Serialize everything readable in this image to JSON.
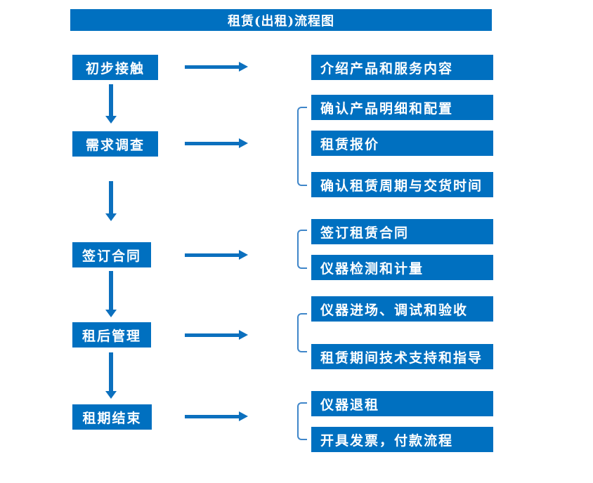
{
  "title": "租赁(出租)流程图",
  "colors": {
    "primary_blue": "#0070C0",
    "arrow_blue": "#0C70BE",
    "bracket_blue": "#3F86C9",
    "text_on_blue": "#FFFFFF",
    "background": "#FFFFFF"
  },
  "steps": [
    {
      "label": "初步接触",
      "outputs": [
        "介绍产品和服务内容"
      ]
    },
    {
      "label": "需求调查",
      "outputs": [
        "确认产品明细和配置",
        "租赁报价",
        "确认租赁周期与交货时间"
      ]
    },
    {
      "label": "签订合同",
      "outputs": [
        "签订租赁合同",
        "仪器检测和计量"
      ]
    },
    {
      "label": "租后管理",
      "outputs": [
        "仪器进场、调试和验收",
        "租赁期间技术支持和指导"
      ]
    },
    {
      "label": "租期结束",
      "outputs": [
        "仪器退租",
        "开具发票，付款流程"
      ]
    }
  ]
}
